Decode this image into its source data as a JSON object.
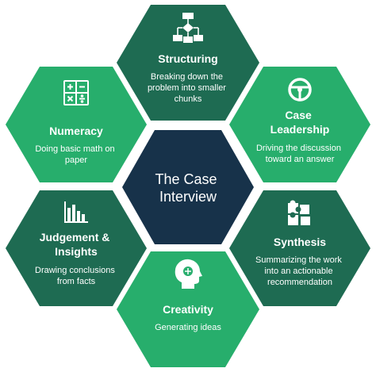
{
  "center": {
    "title_lines": [
      "The Case",
      "Interview"
    ],
    "color": "#17324A"
  },
  "hexagons": [
    {
      "key": "structuring",
      "icon": "flowchart-icon",
      "color": "#1E6B52",
      "title_lines": [
        "Structuring"
      ],
      "desc_lines": [
        "Breaking down the",
        "problem into smaller",
        "chunks"
      ]
    },
    {
      "key": "case-leadership",
      "icon": "steering-wheel-icon",
      "color": "#27AE6C",
      "title_lines": [
        "Case",
        "Leadership"
      ],
      "desc_lines": [
        "Driving the discussion",
        "toward an answer"
      ]
    },
    {
      "key": "synthesis",
      "icon": "puzzle-icon",
      "color": "#1E6B52",
      "title_lines": [
        "Synthesis"
      ],
      "desc_lines": [
        "Summarizing the work",
        "into an actionable",
        "recommendation"
      ]
    },
    {
      "key": "creativity",
      "icon": "lightbulb-head-icon",
      "color": "#27AE6C",
      "title_lines": [
        "Creativity"
      ],
      "desc_lines": [
        "Generating ideas"
      ]
    },
    {
      "key": "judgement-insights",
      "icon": "bar-chart-icon",
      "color": "#1E6B52",
      "title_lines": [
        "Judgement &",
        "Insights"
      ],
      "desc_lines": [
        "Drawing conclusions",
        "from facts"
      ]
    },
    {
      "key": "numeracy",
      "icon": "calculator-icon",
      "color": "#27AE6C",
      "title_lines": [
        "Numeracy"
      ],
      "desc_lines": [
        "Doing basic math on",
        "paper"
      ]
    }
  ]
}
